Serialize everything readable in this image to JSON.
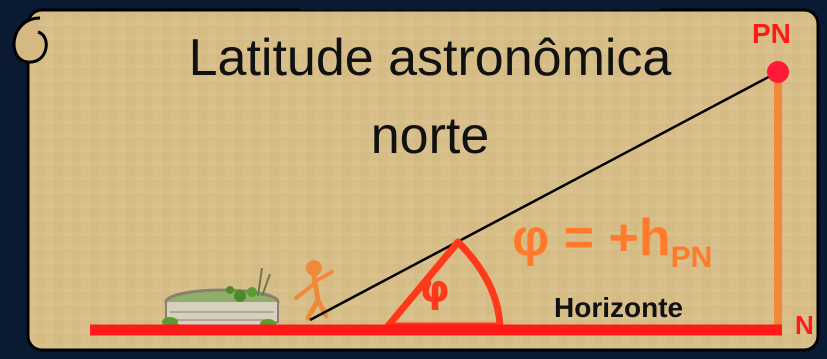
{
  "title": {
    "line1": "Latitude astronômica",
    "line2": "norte"
  },
  "labels": {
    "pole": "PN",
    "north": "N",
    "horizon": "Horizonte",
    "angle_symbol": "φ",
    "formula_main": "φ = +h",
    "formula_sub": "PN"
  },
  "colors": {
    "parchment": "#d9c08a",
    "horizon_line": "#ff1a1a",
    "altitude_line": "#f08a3a",
    "pole_dot": "#ff1a3a",
    "formula": "#ff7a2a"
  },
  "icons": [
    "scroll-parchment",
    "stone-well",
    "observer-figure"
  ]
}
